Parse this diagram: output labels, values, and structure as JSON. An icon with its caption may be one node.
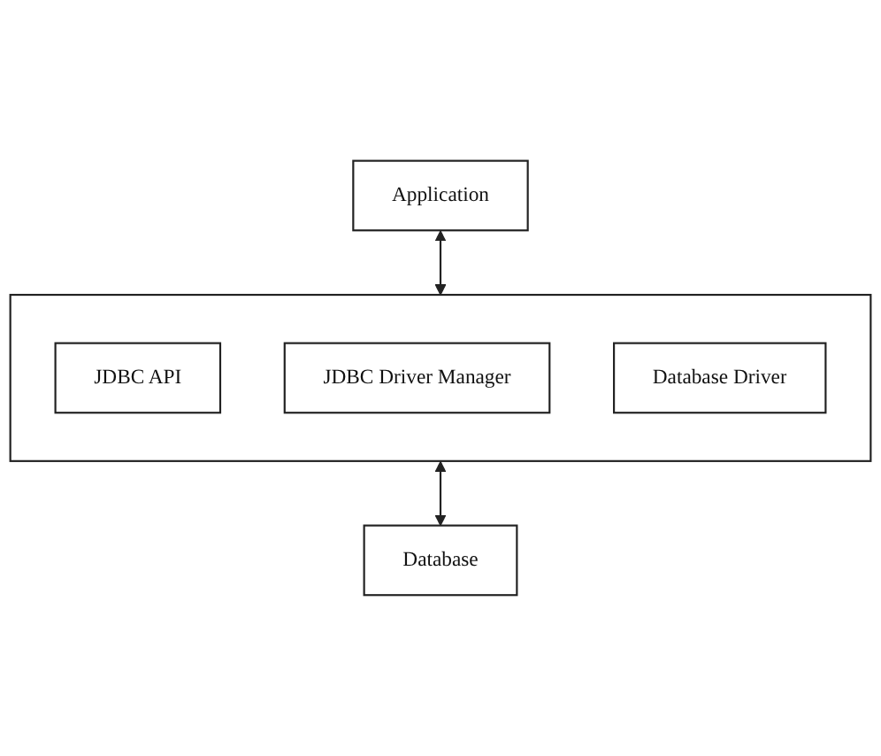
{
  "diagram": {
    "nodes": [
      {
        "text": [
          "Application"
        ]
      },
      {
        "text": [],
        "shape": "box"
      },
      {
        "text": [
          "JDBC API"
        ],
        "in": 1
      },
      {
        "text": [
          "JDBC Driver Manager"
        ],
        "in": 1
      },
      {
        "text": [
          "Database Driver"
        ],
        "in": 1
      },
      {
        "text": [
          "Database"
        ]
      }
    ],
    "edges": [
      {
        "from": 0,
        "to": 1,
        "arrow": "both"
      },
      {
        "from": 1,
        "to": 5,
        "arrow": "both"
      }
    ]
  }
}
